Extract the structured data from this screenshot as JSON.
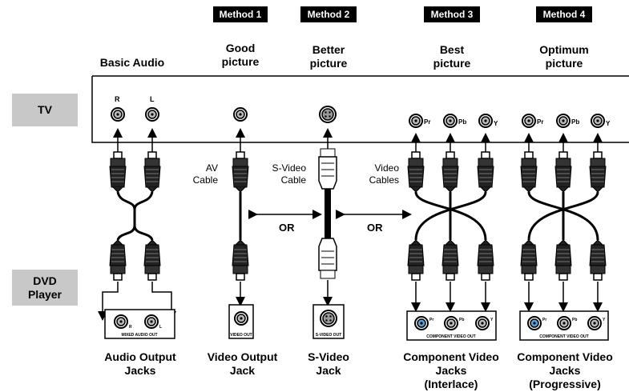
{
  "side_labels": {
    "tv": "TV",
    "dvd": "DVD\nPlayer"
  },
  "methods": [
    {
      "badge": "Method 1",
      "quality": "Good\npicture"
    },
    {
      "badge": "Method 2",
      "quality": "Better\npicture"
    },
    {
      "badge": "Method 3",
      "quality": "Best\npicture"
    },
    {
      "badge": "Method 4",
      "quality": "Optimum\npicture"
    }
  ],
  "basic_audio": "Basic Audio",
  "cables": {
    "av": "AV\nCable",
    "svideo": "S-Video\nCable",
    "video": "Video\nCables"
  },
  "or_labels": [
    "OR",
    "OR"
  ],
  "tv_jacks": {
    "audio": [
      "R",
      "L"
    ],
    "component_m3": [
      "Pr",
      "Pb",
      "Y"
    ],
    "component_m4": [
      "Pr",
      "Pb",
      "Y"
    ]
  },
  "dvd_panels": {
    "audio": {
      "caption": "MIXED AUDIO OUT",
      "jacks": [
        "R",
        "L"
      ]
    },
    "video": {
      "caption": "VIDEO OUT"
    },
    "svideo": {
      "caption": "S-VIDEO OUT"
    },
    "comp_interlace": {
      "caption": "COMPONENT VIDEO OUT",
      "jacks": [
        "Pr",
        "Pb",
        "Y"
      ]
    },
    "comp_progressive": {
      "caption": "COMPONENT VIDEO OUT",
      "jacks": [
        "Pr",
        "Pb",
        "Y"
      ]
    }
  },
  "bottom_labels": {
    "audio": "Audio Output\nJacks",
    "video": "Video Output\nJack",
    "svideo": "S-Video\nJack",
    "comp_interlace": "Component Video\nJacks\n(Interlace)",
    "comp_progressive": "Component Video\nJacks\n(Progressive)"
  },
  "colors": {
    "sidebox": "#c8c8c8",
    "badge": "#000000",
    "accent_jack": "#5aa0d8"
  }
}
